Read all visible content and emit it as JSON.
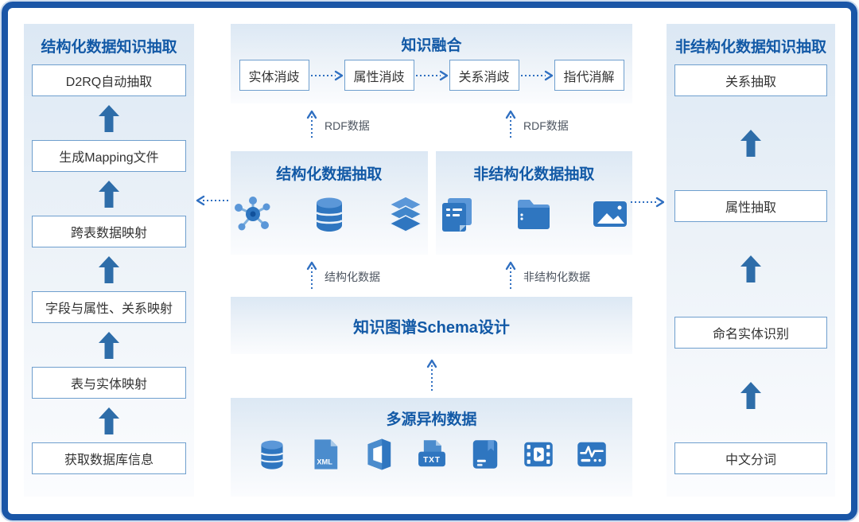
{
  "colors": {
    "outer_border": "#1a56a7",
    "panel_title": "#1259a6",
    "box_border": "#6f9fce",
    "box_text": "#333333",
    "label_text": "#4d5560",
    "solid_arrow": "#2e6da9",
    "dotted_arrow": "#2f6fc1",
    "icon_main": "#2f76c0",
    "icon_light": "#5b97d8",
    "panel_bg_top": "#dce8f4",
    "panel_bg_bottom": "#fbfcfe"
  },
  "left_panel": {
    "title": "结构化数据知识抽取",
    "steps": [
      "D2RQ自动抽取",
      "生成Mapping文件",
      "跨表数据映射",
      "字段与属性、关系映射",
      "表与实体映射",
      "获取数据库信息"
    ]
  },
  "fusion_panel": {
    "title": "知识融合",
    "steps": [
      "实体消歧",
      "属性消歧",
      "关系消歧",
      "指代消解"
    ]
  },
  "rdf_label_left": "RDF数据",
  "rdf_label_right": "RDF数据",
  "structured_extract": {
    "title": "结构化数据抽取",
    "icons": [
      "graph-network-icon",
      "database-icon",
      "layers-icon"
    ]
  },
  "unstructured_extract": {
    "title": "非结构化数据抽取",
    "icons": [
      "documents-icon",
      "folder-icon",
      "image-icon"
    ]
  },
  "data_label_left": "结构化数据",
  "data_label_right": "非结构化数据",
  "schema_panel": {
    "title": "知识图谱Schema设计"
  },
  "multisource_panel": {
    "title": "多源异构数据",
    "icons": [
      "database-icon",
      "xml-file-icon",
      "office-icon",
      "txt-file-icon",
      "book-icon",
      "video-icon",
      "monitor-waveform-icon"
    ],
    "xml_text": "XML",
    "txt_text": "TXT"
  },
  "right_panel": {
    "title": "非结构化数据知识抽取",
    "steps": [
      "关系抽取",
      "属性抽取",
      "命名实体识别",
      "中文分词"
    ]
  }
}
